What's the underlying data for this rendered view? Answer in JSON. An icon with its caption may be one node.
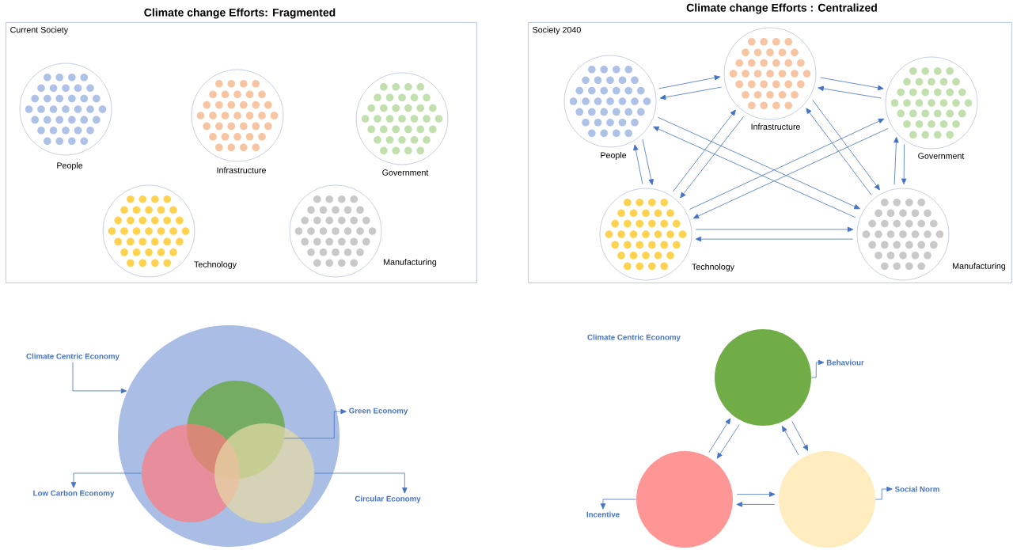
{
  "diagram": {
    "nodes": [
      {
        "text": [
          "Climate change Efforts: Fragmented",
          "Current Society"
        ]
      },
      {
        "text": [
          "People"
        ],
        "in": 0
      },
      {
        "text": [
          "Infrastructure"
        ],
        "in": 0
      },
      {
        "text": [
          "Government"
        ],
        "in": 0
      },
      {
        "text": [
          "Technology"
        ],
        "in": 0
      },
      {
        "text": [
          "Manufacturing"
        ],
        "in": 0
      },
      {
        "text": [
          "Climate change Efforts : Centralized",
          "Society 2040"
        ]
      },
      {
        "text": [
          "People"
        ],
        "in": 6
      },
      {
        "text": [
          "Infrastructure"
        ],
        "in": 6
      },
      {
        "text": [
          "Government"
        ],
        "in": 6
      },
      {
        "text": [
          "Technology"
        ],
        "in": 6
      },
      {
        "text": [
          "Manufacturing"
        ],
        "in": 6
      },
      {
        "text": [],
        "shape": "circle"
      },
      {
        "text": [],
        "shape": "circle",
        "in": 12
      },
      {
        "text": [],
        "shape": "circle",
        "in": 12
      },
      {
        "text": [],
        "shape": "circle",
        "in": 12
      },
      {
        "text": [
          "Climate Centric Economy"
        ]
      },
      {
        "text": [
          "Green Economy"
        ]
      },
      {
        "text": [
          "Low Carbon Economy"
        ]
      },
      {
        "text": [
          "Circular Economy"
        ]
      },
      {
        "text": [],
        "shape": "circle"
      },
      {
        "text": [],
        "shape": "circle"
      },
      {
        "text": [],
        "shape": "circle"
      },
      {
        "text": [
          "Behaviour"
        ]
      },
      {
        "text": [
          "Incentive"
        ]
      },
      {
        "text": [
          "Social Norm"
        ]
      }
    ],
    "edges": [
      {
        "from": 7,
        "to": 8,
        "arrow": "to"
      },
      {
        "from": 8,
        "to": 7,
        "arrow": "to"
      },
      {
        "from": 7,
        "to": 10,
        "arrow": "to"
      },
      {
        "from": 10,
        "to": 7,
        "arrow": "to"
      },
      {
        "from": 7,
        "to": 11,
        "arrow": "to"
      },
      {
        "from": 11,
        "to": 7,
        "arrow": "to"
      },
      {
        "from": 8,
        "to": 9,
        "arrow": "to"
      },
      {
        "from": 9,
        "to": 8,
        "arrow": "to"
      },
      {
        "from": 8,
        "to": 10,
        "arrow": "to"
      },
      {
        "from": 10,
        "to": 8,
        "arrow": "to"
      },
      {
        "from": 8,
        "to": 11,
        "arrow": "to"
      },
      {
        "from": 11,
        "to": 8,
        "arrow": "to"
      },
      {
        "from": 9,
        "to": 10,
        "arrow": "to"
      },
      {
        "from": 10,
        "to": 9,
        "arrow": "to"
      },
      {
        "from": 9,
        "to": 11,
        "arrow": "to"
      },
      {
        "from": 11,
        "to": 9,
        "arrow": "to"
      },
      {
        "from": 10,
        "to": 11,
        "arrow": "to"
      },
      {
        "from": 11,
        "to": 10,
        "arrow": "to"
      },
      {
        "from": 16,
        "to": 12,
        "arrow": "to"
      },
      {
        "from": 13,
        "to": 17,
        "arrow": "to"
      },
      {
        "from": 14,
        "to": 18,
        "arrow": "to"
      },
      {
        "from": 15,
        "to": 19,
        "arrow": "to"
      },
      {
        "from": 20,
        "to": 21,
        "arrow": "to"
      },
      {
        "from": 21,
        "to": 20,
        "arrow": "to"
      },
      {
        "from": 20,
        "to": 22,
        "arrow": "to"
      },
      {
        "from": 22,
        "to": 20,
        "arrow": "to"
      },
      {
        "from": 21,
        "to": 22,
        "arrow": "to"
      },
      {
        "from": 22,
        "to": 21,
        "arrow": "to"
      },
      {
        "from": 20,
        "to": 23,
        "arrow": "to"
      },
      {
        "from": 21,
        "to": 24,
        "arrow": "to"
      },
      {
        "from": 22,
        "to": 25,
        "arrow": "to"
      }
    ],
    "labels": [
      "Climate Centric Economy"
    ]
  }
}
